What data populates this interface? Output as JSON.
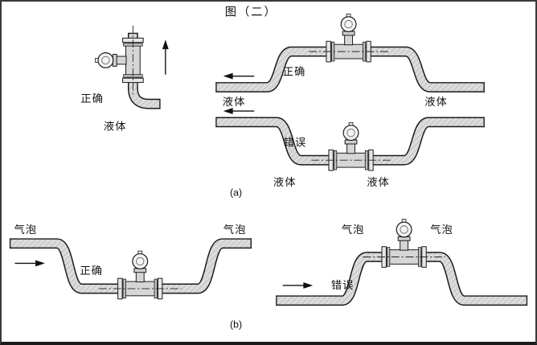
{
  "title": "图（二）",
  "sections": {
    "a": "(a)",
    "b": "(b)"
  },
  "diagrams": {
    "a1_vertical_meter": {
      "status": "正确",
      "medium": "液体",
      "flow_direction": "up"
    },
    "a2_raised_meter": {
      "status": "正确",
      "medium_left": "液体",
      "medium_right": "液体",
      "flow_direction": "left"
    },
    "a3_lowered_meter": {
      "status": "错误",
      "medium_left": "液体",
      "medium_right": "液体",
      "flow_direction": "left"
    },
    "b1_lowered_meter": {
      "status": "正确",
      "medium_left": "气泡",
      "medium_right": "气泡",
      "flow_direction": "right"
    },
    "b2_raised_meter": {
      "status": "错误",
      "medium_left": "气泡",
      "medium_right": "气泡",
      "flow_direction": "right"
    }
  },
  "icons": {
    "flow_arrow_up": "↑",
    "flow_arrow_left": "←",
    "flow_arrow_right": "→"
  },
  "colors": {
    "line": "#1a1a1a",
    "pipe_fill": "#dcdcdc",
    "background": "#ffffff"
  }
}
